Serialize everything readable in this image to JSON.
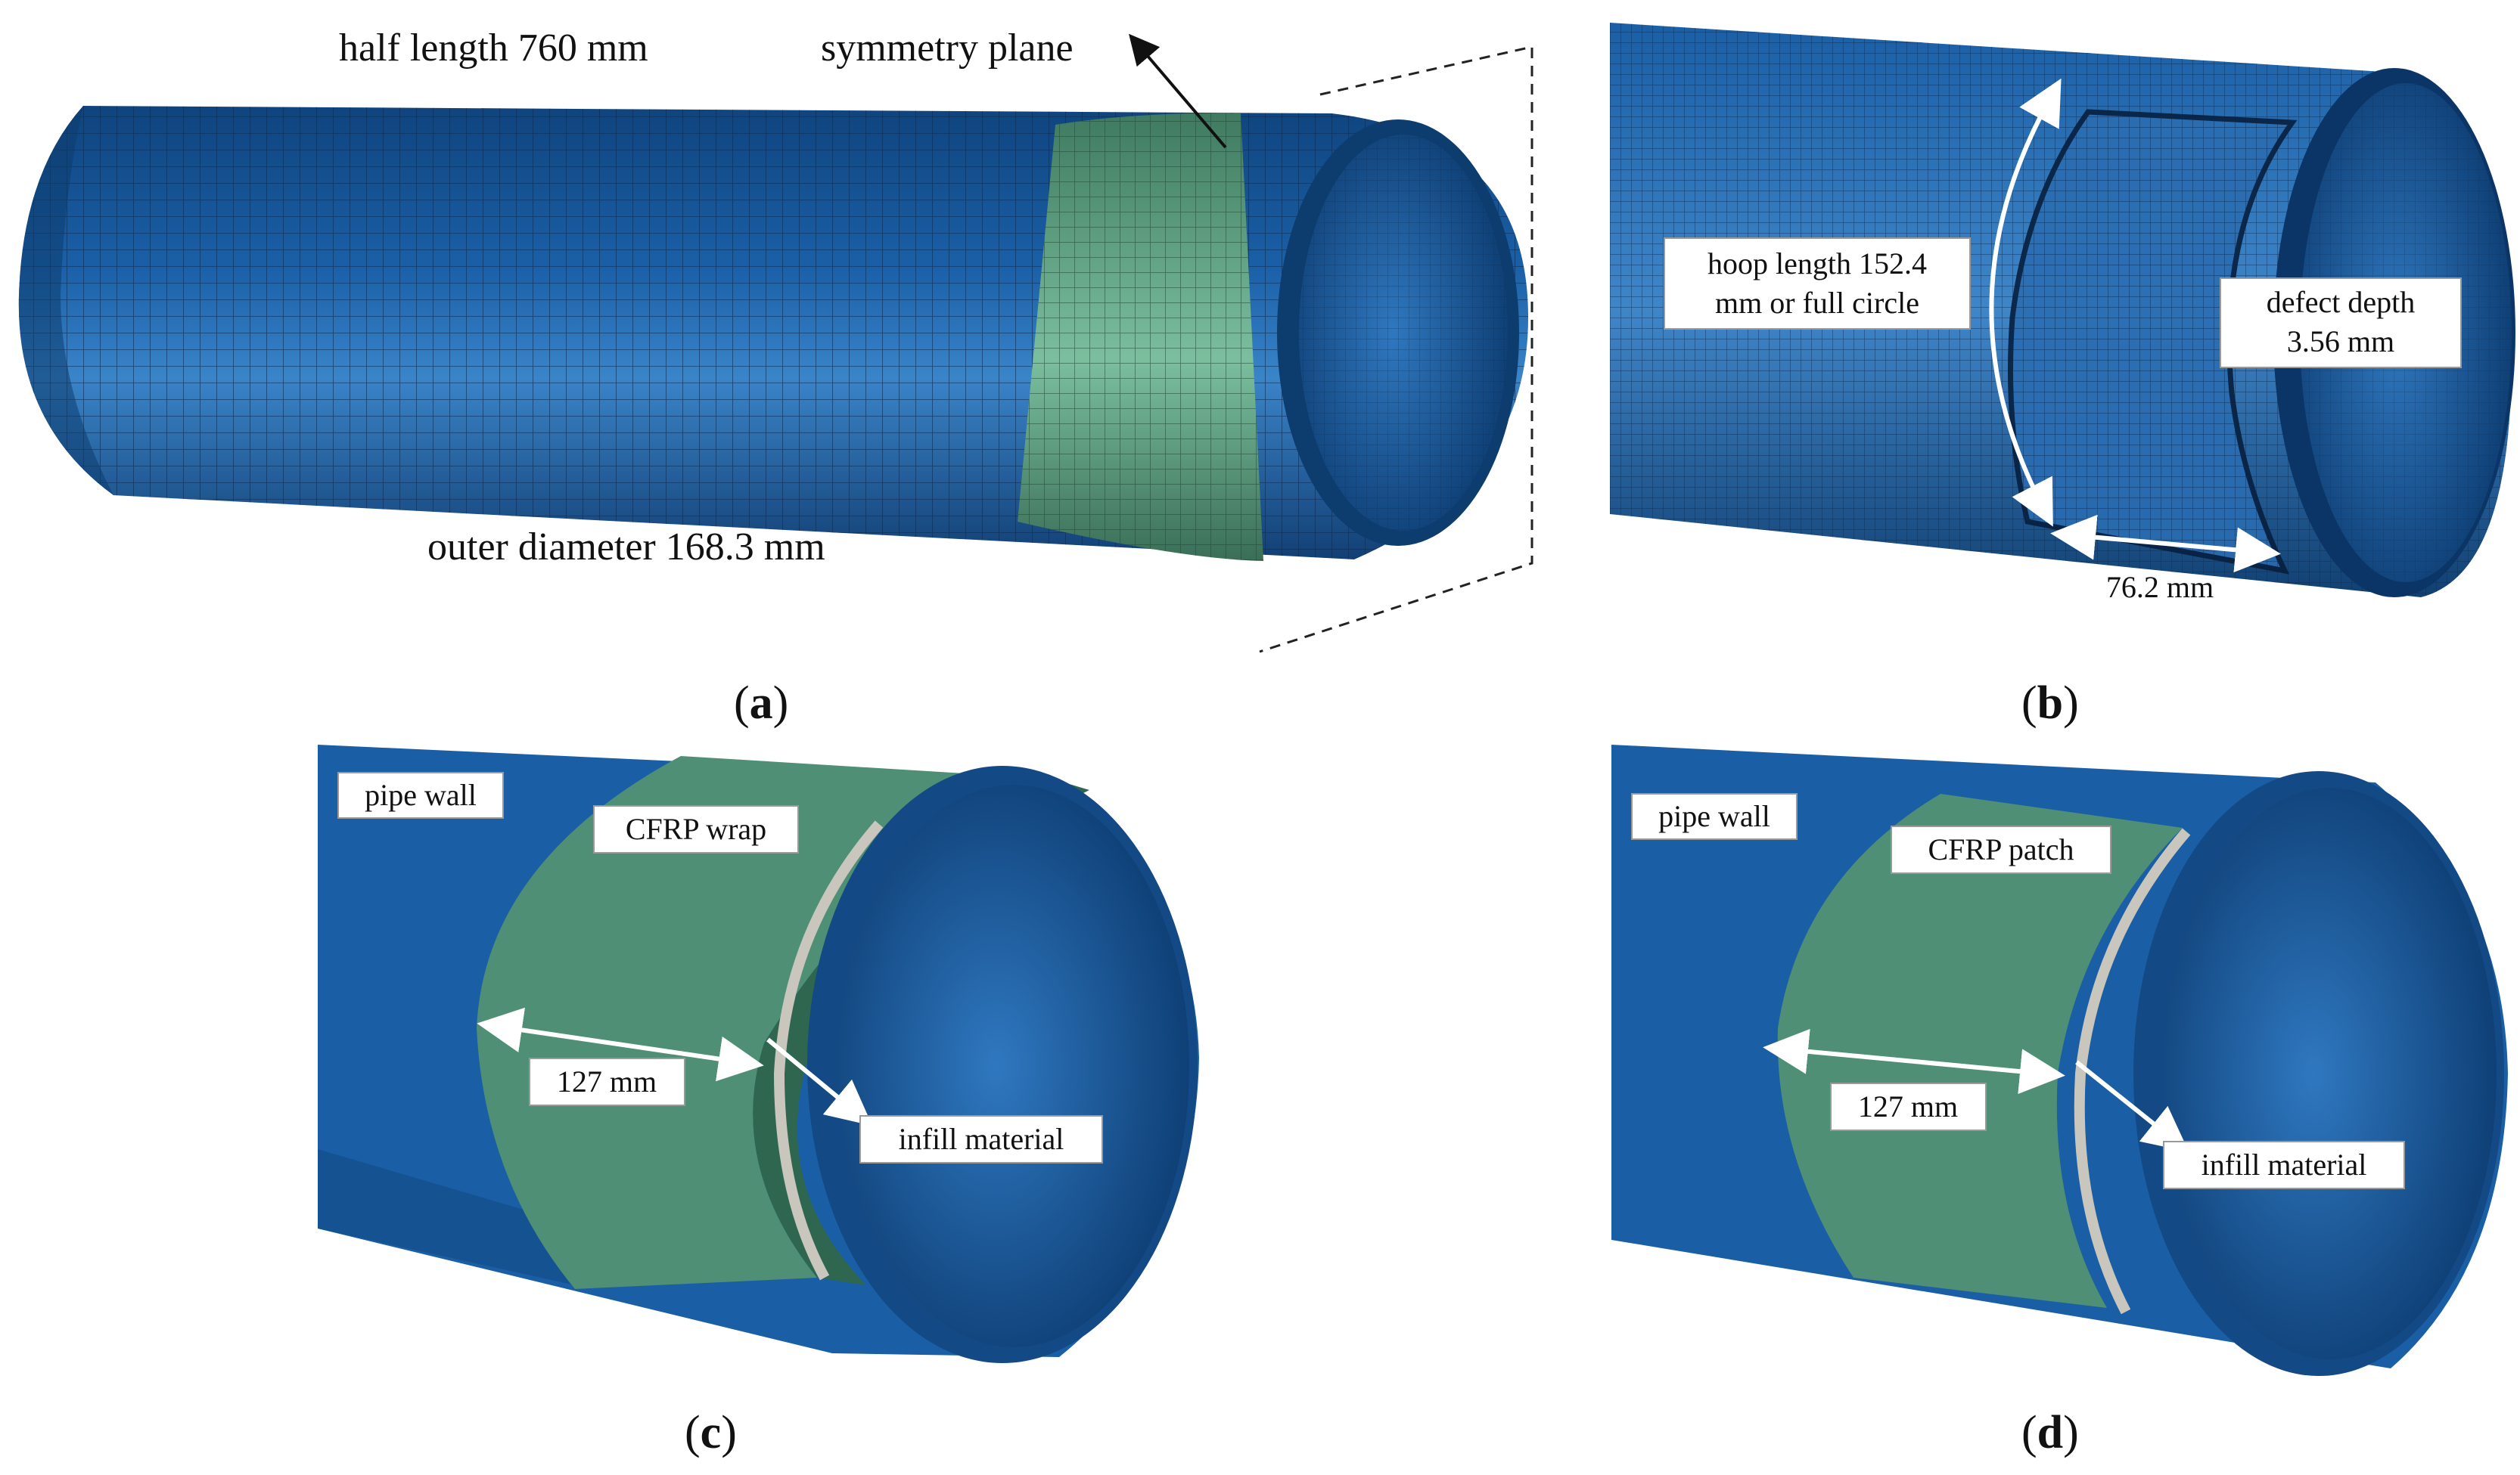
{
  "panels": {
    "a": {
      "caption_prefix": "(",
      "caption_letter": "a",
      "caption_suffix": ")",
      "half_length": "half length 760 mm",
      "symmetry_plane": "symmetry plane",
      "outer_diameter": "outer diameter 168.3 mm"
    },
    "b": {
      "caption_prefix": "(",
      "caption_letter": "b",
      "caption_suffix": ")",
      "hoop_line1": "hoop length 152.4",
      "hoop_line2": "mm or full circle",
      "defect_line1": "defect depth",
      "defect_line2": "3.56 mm",
      "axial_length": "76.2 mm"
    },
    "c": {
      "caption_prefix": "(",
      "caption_letter": "c",
      "caption_suffix": ")",
      "pipe_wall": "pipe wall",
      "wrap": "CFRP wrap",
      "width": "127 mm",
      "infill": "infill material"
    },
    "d": {
      "caption_prefix": "(",
      "caption_letter": "d",
      "caption_suffix": ")",
      "pipe_wall": "pipe wall",
      "patch": "CFRP patch",
      "width": "127 mm",
      "infill": "infill material"
    }
  },
  "colors": {
    "pipe_blue": "#1a5fa6",
    "pipe_dark": "#0d3c6e",
    "pipe_light": "#3f86c9",
    "cfrp_green": "#4f8f75",
    "cfrp_dark": "#2f6650",
    "infill_grey": "#c9c6bd",
    "annotation_white": "#ffffff"
  }
}
